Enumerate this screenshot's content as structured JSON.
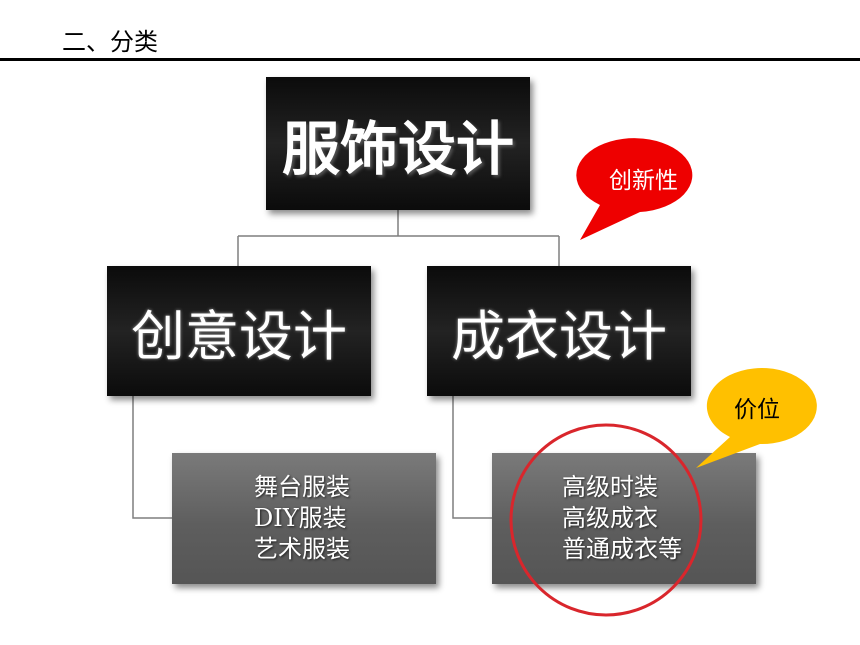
{
  "header": {
    "title": "二、分类"
  },
  "diagram": {
    "root": "服饰设计",
    "children": [
      {
        "label": "创意设计",
        "items": [
          "舞台服装",
          "DIY服装",
          "艺术服装"
        ]
      },
      {
        "label": "成衣设计",
        "items": [
          "高级时装",
          "高级成衣",
          "普通成衣等"
        ]
      }
    ],
    "callouts": {
      "innovation": "创新性",
      "price": "价位"
    }
  },
  "colors": {
    "callout_red": "#ee0000",
    "callout_yellow": "#ffc000",
    "circle": "#d9262c"
  }
}
